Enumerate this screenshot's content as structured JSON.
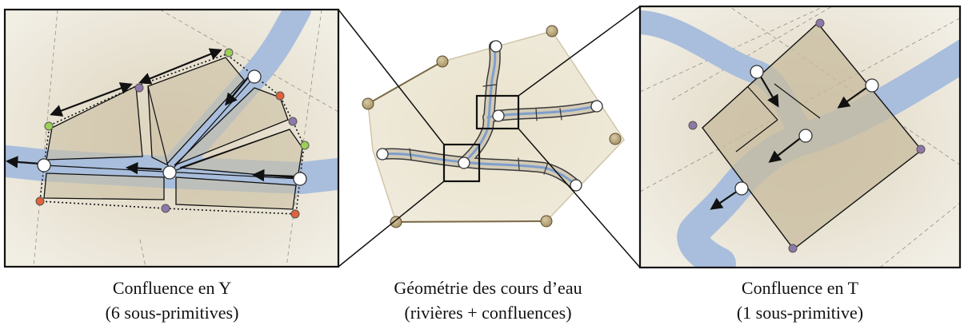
{
  "panels": {
    "left": {
      "caption_line1": "Confluence en Y",
      "caption_line2": "(6 sous-primitives)"
    },
    "middle": {
      "caption_line1": "Géométrie des cours d’eau",
      "caption_line2": "(rivières + confluences)"
    },
    "right": {
      "caption_line1": "Confluence en T",
      "caption_line2": "(1 sous-primitive)"
    }
  },
  "colors": {
    "water": "#a9bedc",
    "river_line": "#7e9fcc",
    "ground": "#ebe6d6",
    "parcel": "#cbbfa3",
    "domain_fill": "#ece6d2",
    "domain_edge": "#7a6a46",
    "hull_point": "#b5a47d",
    "point_green": "#9ccf55",
    "point_red": "#e0613c",
    "point_purple": "#8f78a8"
  }
}
